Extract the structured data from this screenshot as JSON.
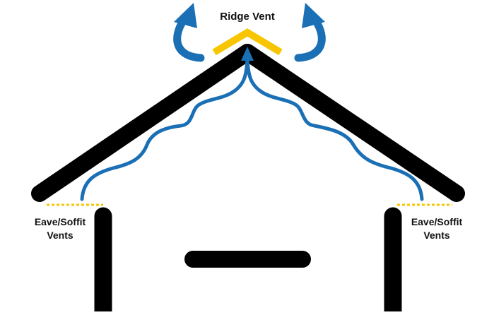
{
  "labels": {
    "ridge_vent": "Ridge Vent",
    "eave_left_line1": "Eave/Soffit",
    "eave_left_line2": "Vents",
    "eave_right_line1": "Eave/Soffit",
    "eave_right_line2": "Vents"
  },
  "colors": {
    "structure": "#000000",
    "airflow": "#1a6fb5",
    "vent": "#f7c600",
    "background": "#ffffff"
  },
  "icons": {
    "exhaust_left": "curved-arrow-up-left-icon",
    "exhaust_right": "curved-arrow-up-right-icon",
    "airflow_arrowhead": "arrowhead-up-icon"
  }
}
